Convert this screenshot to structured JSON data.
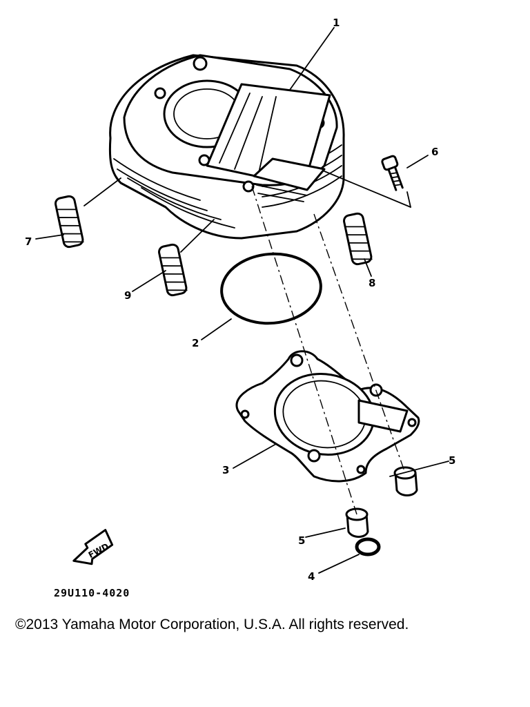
{
  "diagram": {
    "callouts": [
      "1",
      "2",
      "3",
      "4",
      "5",
      "5",
      "6",
      "7",
      "8",
      "9"
    ],
    "fwd_label": "FWD",
    "drawing_code": "29U110-4020"
  },
  "copyright": "©2013 Yamaha Motor Corporation, U.S.A. All rights reserved."
}
